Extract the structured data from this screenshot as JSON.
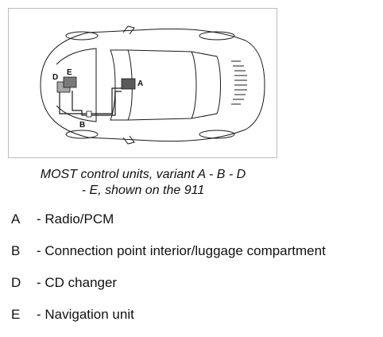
{
  "figure": {
    "callouts": {
      "a": "A",
      "b": "B",
      "d": "D",
      "e": "E"
    },
    "colors": {
      "radio_pcm": "#5a5a5a",
      "cd_changer": "#a8a8a8",
      "navigation_unit": "#7a7a7a",
      "outline": "#1a1a1a"
    }
  },
  "caption": {
    "line1": "MOST control units, variant A - B - D",
    "line2": "- E, shown on the 911"
  },
  "legend": [
    {
      "key": "A",
      "text": "- Radio/PCM"
    },
    {
      "key": "B",
      "text": "- Connection point interior/luggage compartment"
    },
    {
      "key": "D",
      "text": "- CD changer"
    },
    {
      "key": "E",
      "text": "- Navigation unit"
    }
  ]
}
